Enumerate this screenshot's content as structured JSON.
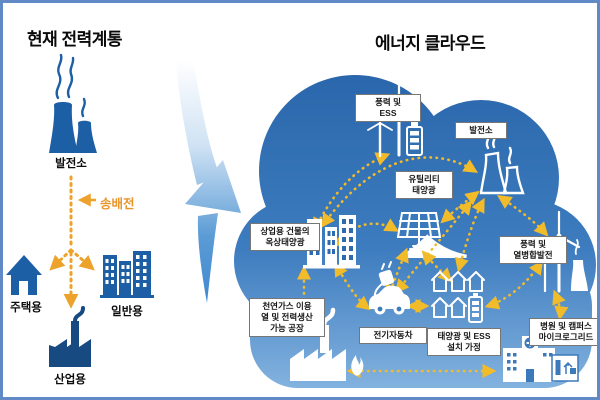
{
  "left_panel": {
    "title": "현재 전력계통",
    "plant_label": "발전소",
    "transmission_label": "송배전",
    "residential_label": "주택용",
    "general_label": "일반용",
    "industrial_label": "산업용"
  },
  "cloud_panel": {
    "title": "에너지 클라우드",
    "labels": {
      "wind_ess": "풍력 및\nESS",
      "plant": "발전소",
      "utility_solar": "유틸리티\n태양광",
      "commercial_rooftop": "상업용 건물의\n옥상태양광",
      "wind_chp": "풍력 및\n열병합발전",
      "gas_factory": "천연가스 이용\n열 및 전력생산\n가능 공장",
      "ev": "전기자동차",
      "solar_ess_home": "태양광 및 ESS\n설치 가정",
      "hospital_microgrid": "병원 및 캠퍼스\n마이크로그리드"
    }
  },
  "colors": {
    "frame_border": "#6189c6",
    "icon_blue": "#1d5fa5",
    "factory_navy": "#164a80",
    "cloud_top": "#2a66ab",
    "cloud_bottom": "#85b4e0",
    "mesh_arrow_yellow": "#f2bb2a",
    "left_arrow_orange": "#eda32b",
    "transmission_text_orange": "#e8952b",
    "transition_arrow_blue": "#3f88d0"
  }
}
